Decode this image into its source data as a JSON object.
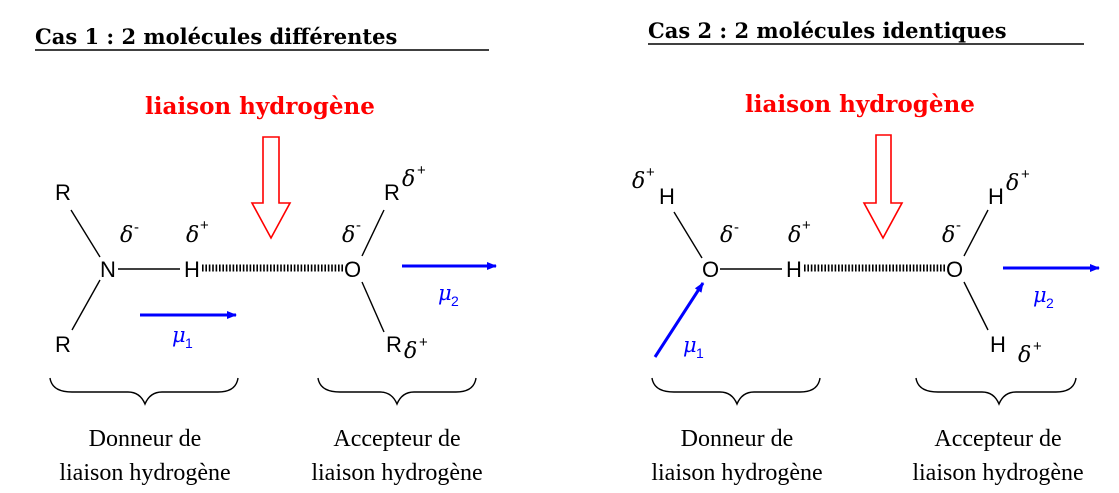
{
  "case1": {
    "title": "Cas 1 : 2 molécules différentes",
    "hbond_label": "liaison hydrogène",
    "donor": {
      "atom": "N",
      "h": "H",
      "r_top": "R",
      "r_bottom": "R",
      "mu": "μ",
      "mu_sub": "1"
    },
    "acceptor": {
      "atom": "O",
      "r_top": "R",
      "r_bottom": "R",
      "mu": "μ",
      "mu_sub": "2"
    },
    "delta_minus": "δ",
    "delta_plus": "δ",
    "minus": "-",
    "plus": "+",
    "donor_caption": [
      "Donneur de",
      "liaison hydrogène"
    ],
    "acceptor_caption": [
      "Accepteur de",
      "liaison hydrogène"
    ]
  },
  "case2": {
    "title": "Cas 2 : 2 molécules identiques",
    "hbond_label": "liaison hydrogène",
    "donor": {
      "atom": "O",
      "h": "H",
      "h_top": "H",
      "mu": "μ",
      "mu_sub": "1"
    },
    "acceptor": {
      "atom": "O",
      "h_top": "H",
      "h_bottom": "H",
      "mu": "μ",
      "mu_sub": "2"
    },
    "delta_minus": "δ",
    "delta_plus": "δ",
    "minus": "-",
    "plus": "+",
    "donor_caption": [
      "Donneur de",
      "liaison hydrogène"
    ],
    "acceptor_caption": [
      "Accepteur de",
      "liaison hydrogène"
    ]
  },
  "colors": {
    "hbond_label": "#ff0000",
    "dipole": "#0000ff",
    "hbond_arrow": "#ff0000"
  }
}
